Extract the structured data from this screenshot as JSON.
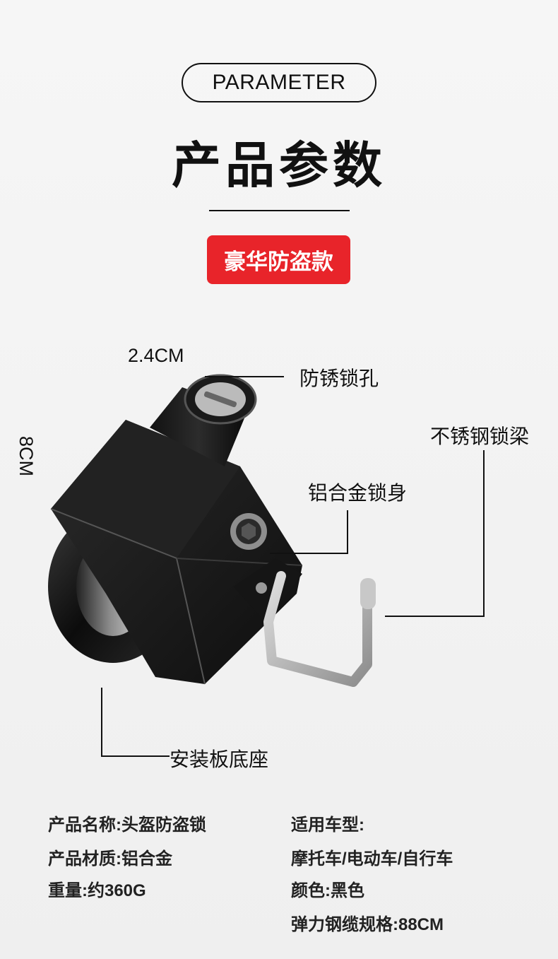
{
  "header": {
    "badge_en": "PARAMETER",
    "title": "产品参数",
    "variant": "豪华防盗款"
  },
  "diagram": {
    "width_dim": "2.4CM",
    "height_dim": "8CM",
    "callouts": {
      "lock_hole": "防锈锁孔",
      "beam": "不锈钢锁梁",
      "body": "铝合金锁身",
      "base": "安装板底座"
    }
  },
  "specs": {
    "left": [
      "产品名称:头盔防盗锁",
      "产品材质:铝合金",
      "重量:约360G"
    ],
    "right": [
      "适用车型:",
      "摩托车/电动车/自行车",
      "颜色:黑色",
      "弹力钢缆规格:88CM"
    ]
  }
}
